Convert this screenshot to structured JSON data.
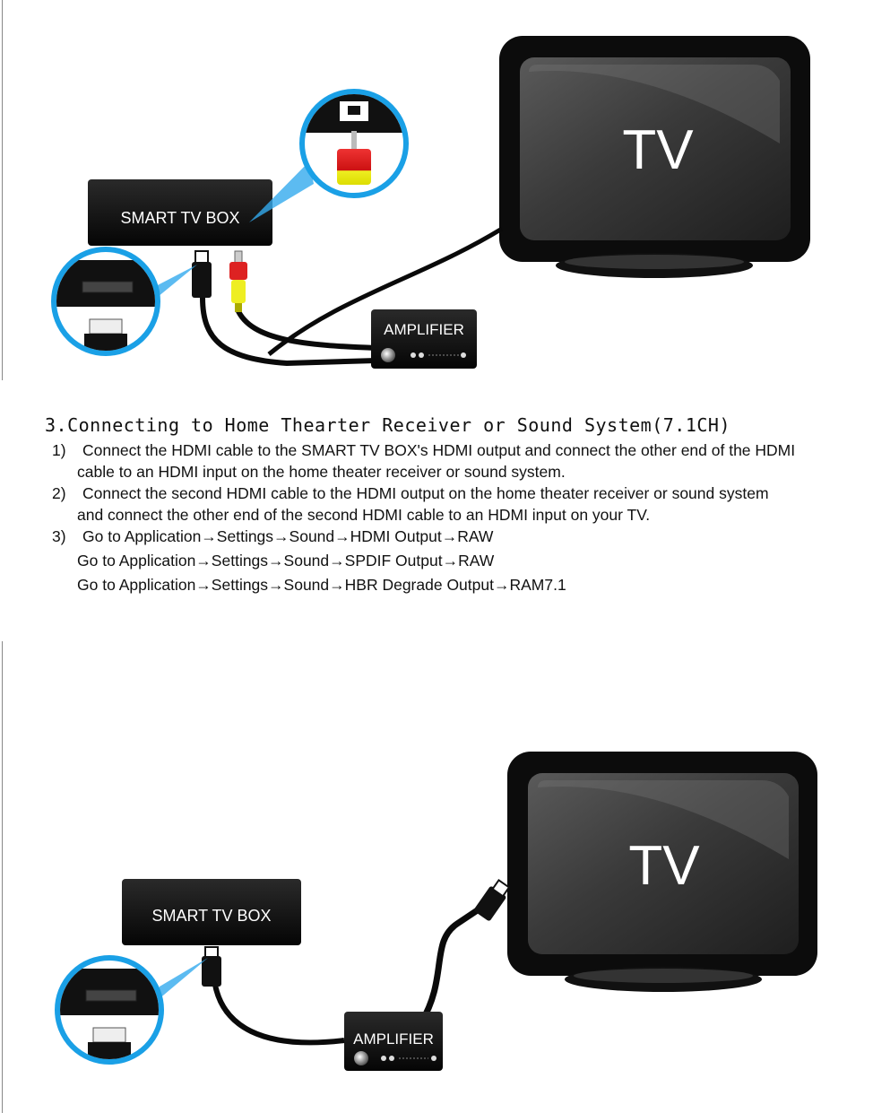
{
  "diagram_top": {
    "box_label": "SMART TV BOX",
    "tv_label": "TV",
    "amp_label": "AMPLIFIER"
  },
  "section": {
    "title": "3.Connecting to Home Thearter Receiver or Sound System(7.1CH)",
    "steps": [
      {
        "num": "1)",
        "line1": "Connect the HDMI cable to the SMART TV BOX's HDMI output and connect the other end of the HDMI",
        "line2": "cable to an HDMI input on the home theater receiver or sound system."
      },
      {
        "num": "2)",
        "line1": "Connect the second HDMI cable to the HDMI output on the home theater receiver or sound system",
        "line2": "and connect the other end of the second HDMI cable to an HDMI input on your TV."
      },
      {
        "num": "3)",
        "line1": "Go to Application→Settings→Sound→HDMI Output→RAW",
        "line2": "Go to Application→Settings→Sound→SPDIF Output→RAW",
        "line3": "Go to Application→Settings→Sound→HBR Degrade Output→RAM7.1"
      }
    ]
  },
  "diagram_bottom": {
    "box_label": "SMART TV BOX",
    "tv_label": "TV",
    "amp_label": "AMPLIFIER"
  }
}
